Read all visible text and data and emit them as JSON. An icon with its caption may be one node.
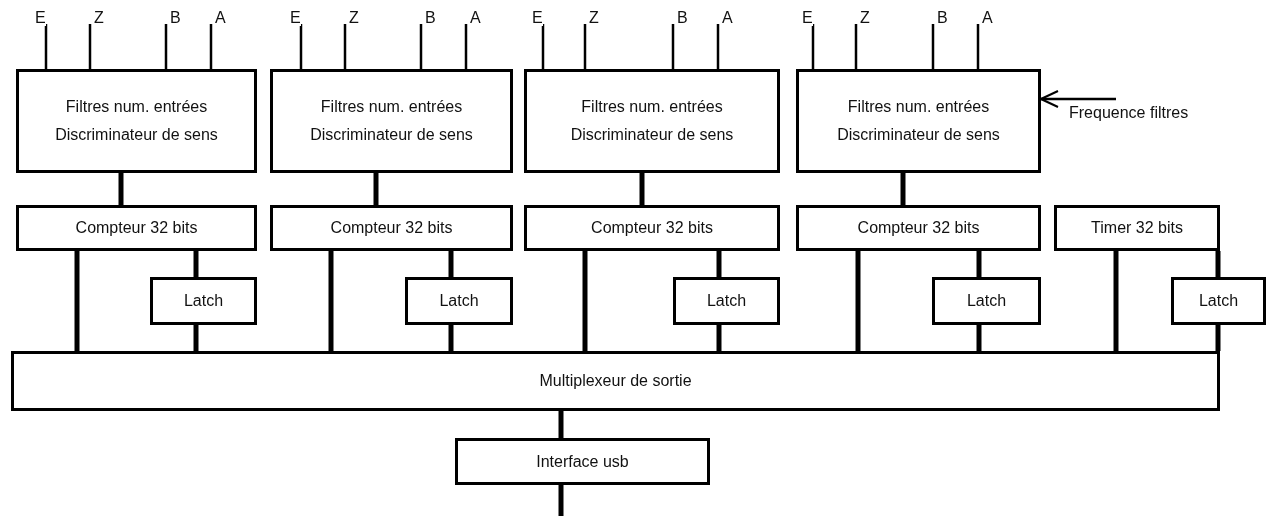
{
  "diagram": {
    "nodes": [
      {
        "text": [
          "Filtres num. entrées",
          "Discriminateur de sens"
        ]
      },
      {
        "text": [
          "Filtres num. entrées",
          "Discriminateur de sens"
        ]
      },
      {
        "text": [
          "Filtres num. entrées",
          "Discriminateur de sens"
        ]
      },
      {
        "text": [
          "Filtres num. entrées",
          "Discriminateur de sens"
        ]
      },
      {
        "text": [
          "Frequence filtres"
        ]
      },
      {
        "text": [
          "Compteur 32 bits"
        ]
      },
      {
        "text": [
          "Compteur 32 bits"
        ]
      },
      {
        "text": [
          "Compteur 32 bits"
        ]
      },
      {
        "text": [
          "Compteur 32 bits"
        ]
      },
      {
        "text": [
          "Timer 32 bits"
        ]
      },
      {
        "text": [
          "Latch"
        ]
      },
      {
        "text": [
          "Latch"
        ]
      },
      {
        "text": [
          "Latch"
        ]
      },
      {
        "text": [
          "Latch"
        ]
      },
      {
        "text": [
          "Latch"
        ]
      },
      {
        "text": [
          "Multiplexeur de sortie"
        ]
      },
      {
        "text": [
          "Interface usb"
        ]
      }
    ],
    "edges": [
      {
        "from": null,
        "to": 0,
        "arrow": "none",
        "label": "E"
      },
      {
        "from": null,
        "to": 0,
        "arrow": "none",
        "label": "Z"
      },
      {
        "from": null,
        "to": 0,
        "arrow": "none",
        "label": "B"
      },
      {
        "from": null,
        "to": 0,
        "arrow": "none",
        "label": "A"
      },
      {
        "from": null,
        "to": 1,
        "arrow": "none",
        "label": "E"
      },
      {
        "from": null,
        "to": 1,
        "arrow": "none",
        "label": "Z"
      },
      {
        "from": null,
        "to": 1,
        "arrow": "none",
        "label": "B"
      },
      {
        "from": null,
        "to": 1,
        "arrow": "none",
        "label": "A"
      },
      {
        "from": null,
        "to": 2,
        "arrow": "none",
        "label": "E"
      },
      {
        "from": null,
        "to": 2,
        "arrow": "none",
        "label": "Z"
      },
      {
        "from": null,
        "to": 2,
        "arrow": "none",
        "label": "B"
      },
      {
        "from": null,
        "to": 2,
        "arrow": "none",
        "label": "A"
      },
      {
        "from": null,
        "to": 3,
        "arrow": "none",
        "label": "E"
      },
      {
        "from": null,
        "to": 3,
        "arrow": "none",
        "label": "Z"
      },
      {
        "from": null,
        "to": 3,
        "arrow": "none",
        "label": "B"
      },
      {
        "from": null,
        "to": 3,
        "arrow": "none",
        "label": "A"
      },
      {
        "from": 0,
        "to": 5,
        "arrow": "none"
      },
      {
        "from": 1,
        "to": 6,
        "arrow": "none"
      },
      {
        "from": 2,
        "to": 7,
        "arrow": "none"
      },
      {
        "from": 3,
        "to": 8,
        "arrow": "none"
      },
      {
        "from": 4,
        "to": 3,
        "arrow": "to"
      },
      {
        "from": 5,
        "to": 15,
        "arrow": "none"
      },
      {
        "from": 6,
        "to": 15,
        "arrow": "none"
      },
      {
        "from": 7,
        "to": 15,
        "arrow": "none"
      },
      {
        "from": 8,
        "to": 15,
        "arrow": "none"
      },
      {
        "from": 9,
        "to": 15,
        "arrow": "none"
      },
      {
        "from": 5,
        "to": 10,
        "arrow": "none"
      },
      {
        "from": 6,
        "to": 11,
        "arrow": "none"
      },
      {
        "from": 7,
        "to": 12,
        "arrow": "none"
      },
      {
        "from": 8,
        "to": 13,
        "arrow": "none"
      },
      {
        "from": 9,
        "to": 14,
        "arrow": "none"
      },
      {
        "from": 10,
        "to": 15,
        "arrow": "none"
      },
      {
        "from": 11,
        "to": 15,
        "arrow": "none"
      },
      {
        "from": 12,
        "to": 15,
        "arrow": "none"
      },
      {
        "from": 13,
        "to": 15,
        "arrow": "none"
      },
      {
        "from": 14,
        "to": 15,
        "arrow": "none"
      },
      {
        "from": 15,
        "to": 16,
        "arrow": "none"
      },
      {
        "from": 16,
        "to": null,
        "arrow": "none"
      }
    ]
  }
}
